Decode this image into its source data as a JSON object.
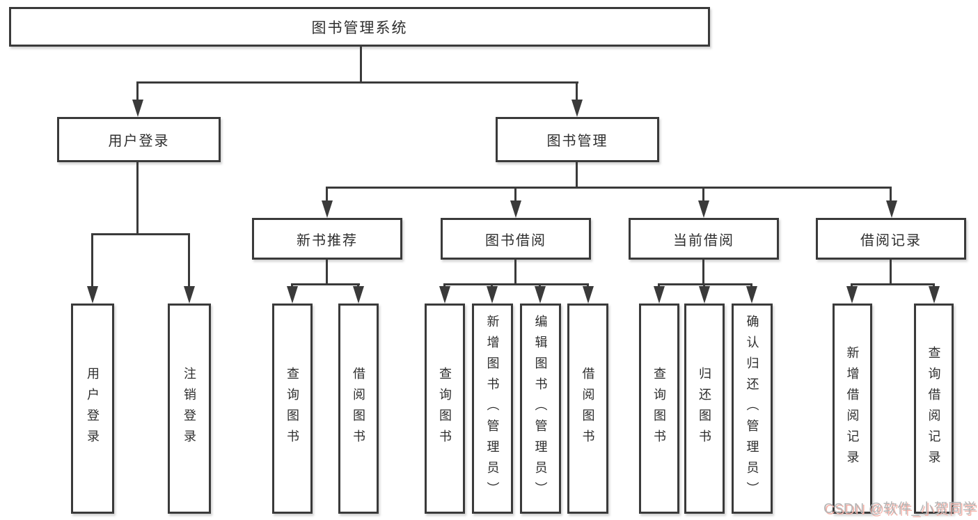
{
  "diagram": {
    "nodes": {
      "root": {
        "label": "图书管理系统"
      },
      "l2": [
        {
          "label": "用户登录"
        },
        {
          "label": "图书管理"
        }
      ],
      "l3": [
        {
          "label": "新书推荐"
        },
        {
          "label": "图书借阅"
        },
        {
          "label": "当前借阅"
        },
        {
          "label": "借阅记录"
        }
      ],
      "leaves": [
        {
          "label": "用户登录"
        },
        {
          "label": "注销登录"
        },
        {
          "label": "查询图书"
        },
        {
          "label": "借阅图书"
        },
        {
          "label": "查询图书"
        },
        {
          "label": "新增图书（管理员）"
        },
        {
          "label": "编辑图书（管理员）"
        },
        {
          "label": "借阅图书"
        },
        {
          "label": "查询图书"
        },
        {
          "label": "归还图书"
        },
        {
          "label": "确认归还（管理员）"
        },
        {
          "label": "新增借阅记录"
        },
        {
          "label": "查询借阅记录"
        }
      ]
    },
    "structure": {
      "图书管理系统": [
        "用户登录",
        "图书管理"
      ],
      "用户登录": [
        "用户登录",
        "注销登录"
      ],
      "图书管理": [
        "新书推荐",
        "图书借阅",
        "当前借阅",
        "借阅记录"
      ],
      "新书推荐": [
        "查询图书",
        "借阅图书"
      ],
      "图书借阅": [
        "查询图书",
        "新增图书（管理员）",
        "编辑图书（管理员）",
        "借阅图书"
      ],
      "当前借阅": [
        "查询图书",
        "归还图书",
        "确认归还（管理员）"
      ],
      "借阅记录": [
        "新增借阅记录",
        "查询借阅记录"
      ]
    },
    "colors": {
      "line": "#3a3a3a",
      "box_background": "#ffffff",
      "text": "#2e2e2e",
      "watermark_text": "#b5b5b5",
      "watermark_shadow": "#f3b3aa"
    }
  },
  "watermark": {
    "text": "CSDN @软件_小贺同学"
  }
}
